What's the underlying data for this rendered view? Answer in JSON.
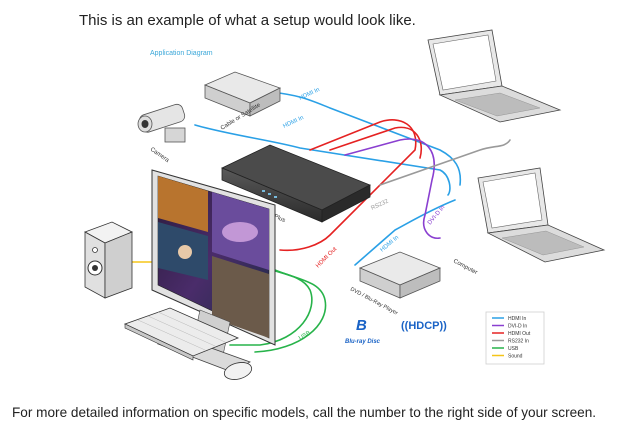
{
  "intro_text": "This is an example of what a setup would look like.",
  "outro_text": "For more detailed information on specific models, call the number to the right side of your screen.",
  "diagram": {
    "title": "Application Diagram",
    "devices": {
      "cable": "Cable or Satellite",
      "camera": "Camera",
      "hub": "HDMI-Plus",
      "computer": "Computer",
      "player": "DVD / Blu-Ray Player"
    },
    "connections": {
      "hdmi_in_1": "HDMI In",
      "hdmi_in_2": "HDMI In",
      "hdmi_in_3": "HDMI In",
      "hdmi_out": "HDMI Out",
      "rs232": "RS232",
      "dvi_in": "DVI-D In",
      "usb": "USB"
    },
    "logos": {
      "bluray": "Blu-ray Disc",
      "hdcp": "((HDCP))"
    },
    "legend": [
      {
        "label": "HDMI In",
        "color": "#2aa0e6"
      },
      {
        "label": "DVI-D In",
        "color": "#8a3fd0"
      },
      {
        "label": "HDMI Out",
        "color": "#e52222"
      },
      {
        "label": "RS232 In",
        "color": "#9a9a9a"
      },
      {
        "label": "USB",
        "color": "#27b34a"
      },
      {
        "label": "Sound",
        "color": "#f5c518"
      }
    ]
  }
}
